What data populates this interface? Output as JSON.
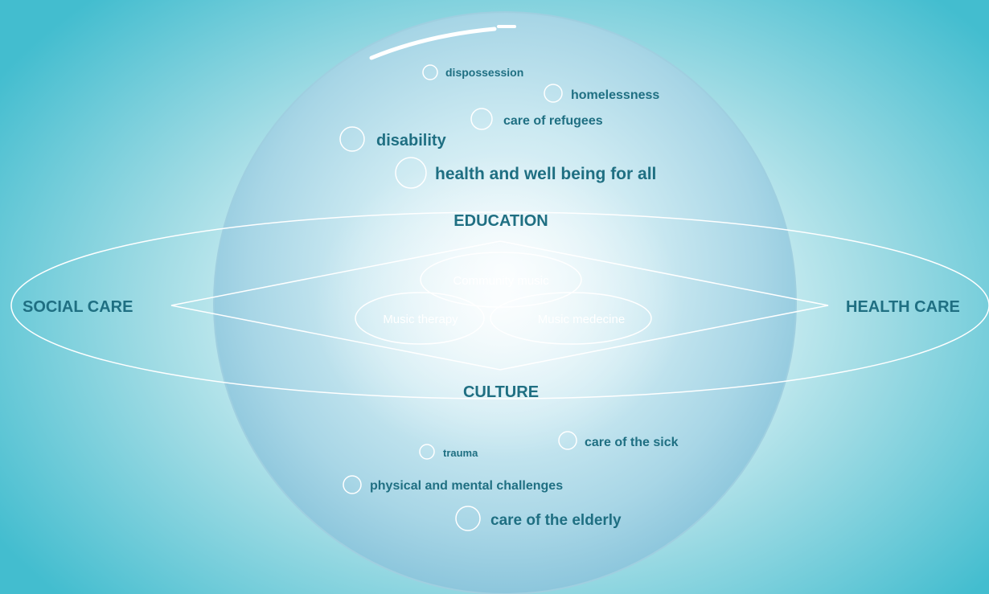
{
  "top_issues": [
    {
      "label": "dispossession"
    },
    {
      "label": "homelessness"
    },
    {
      "label": "care of refugees"
    },
    {
      "label": "disability"
    },
    {
      "label": "health and well being for all"
    }
  ],
  "bottom_issues": [
    {
      "label": "trauma"
    },
    {
      "label": "care of the sick"
    },
    {
      "label": "physical and mental challenges"
    },
    {
      "label": "care of the elderly"
    }
  ],
  "sectors": {
    "top": "EDUCATION",
    "bottom": "CULTURE",
    "left": "SOCIAL CARE",
    "right": "HEALTH CARE"
  },
  "practices": {
    "community": "Community music",
    "therapy": "Music therapy",
    "medicine": "Music medecine"
  },
  "colors": {
    "label": "#1f6f82",
    "outline": "#ffffff"
  }
}
